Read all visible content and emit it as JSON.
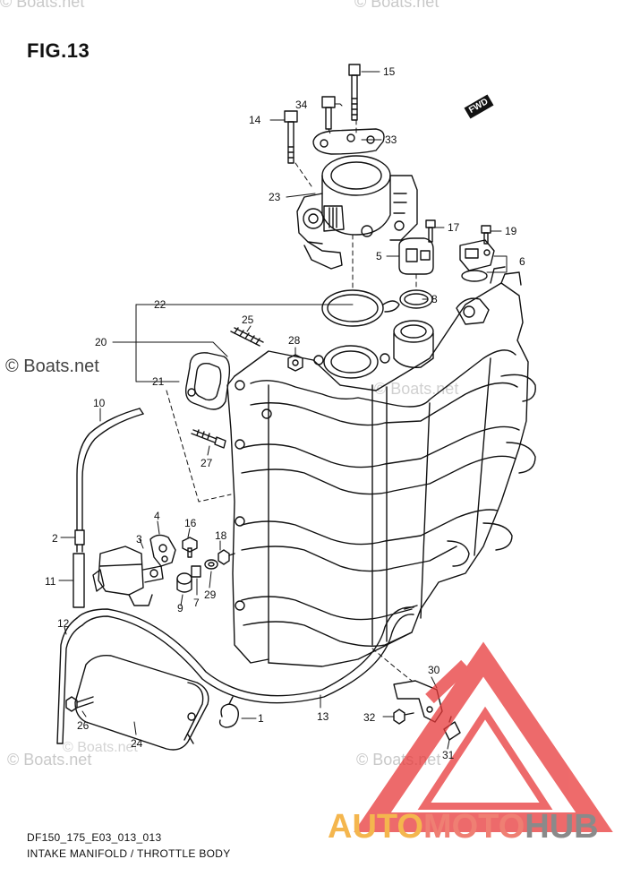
{
  "figure": {
    "title": "FIG.13",
    "code": "DF150_175_E03_013_013",
    "subtitle": "INTAKE MANIFOLD / THROTTLE BODY",
    "forward_marker": "FWD"
  },
  "watermarks": {
    "main": "© Boats.net",
    "faint": "© Boats.net"
  },
  "brand": {
    "part1": "AUTO",
    "part2": "MOTO",
    "part3": "HUB",
    "colors": {
      "auto": "#f4b64e",
      "moto": "#ef7f73",
      "hub": "#8a8a8a",
      "logo": "#e8393a"
    }
  },
  "callouts": {
    "p1": "1",
    "p2": "2",
    "p3": "3",
    "p4": "4",
    "p5": "5",
    "p6": "6",
    "p7": "7",
    "p8": "8",
    "p9": "9",
    "p10": "10",
    "p11": "11",
    "p12": "12",
    "p13": "13",
    "p14": "14",
    "p15": "15",
    "p16": "16",
    "p17": "17",
    "p18": "18",
    "p19": "19",
    "p20": "20",
    "p21": "21",
    "p22": "22",
    "p23": "23",
    "p24": "24",
    "p25": "25",
    "p26": "26",
    "p27": "27",
    "p28": "28",
    "p29": "29",
    "p30": "30",
    "p31": "31",
    "p32": "32",
    "p33": "33",
    "p34": "34"
  }
}
